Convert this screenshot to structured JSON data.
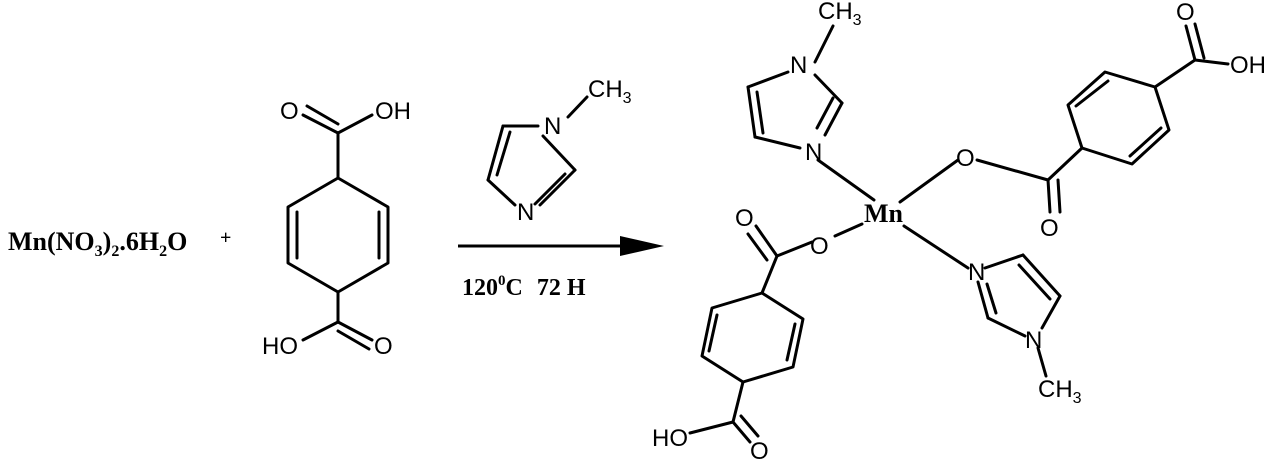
{
  "reactants": {
    "metal_salt": {
      "p1": "Mn(NO",
      "s1": "3",
      "p2": ")",
      "s2": "2",
      "p3": ".6H",
      "s3": "2",
      "p4": "O"
    },
    "plus": "+",
    "terephthalic_acid": {
      "o_top": "O",
      "oh_top": "OH",
      "ho_bottom": "HO",
      "o_bottom": "O"
    }
  },
  "reagent": {
    "n1": "N",
    "ch3": "CH",
    "ch3_sub": "3",
    "n3": "N"
  },
  "conditions": {
    "temp": "120",
    "temp_sup": "0",
    "temp_unit": "C",
    "time": "72 H"
  },
  "product": {
    "metal": "Mn",
    "imidazole_top": {
      "n1": "N",
      "n3": "N",
      "ch3": "CH",
      "ch3_sub": "3"
    },
    "imidazole_bottom": {
      "n1": "N",
      "n3": "N",
      "ch3": "CH",
      "ch3_sub": "3"
    },
    "ligand_right": {
      "o_link": "O",
      "o_carbonyl": "O",
      "o_top": "O",
      "oh": "OH"
    },
    "ligand_left": {
      "o_link": "O",
      "o_carbonyl": "O",
      "ho": "HO",
      "o_bottom": "O"
    }
  }
}
